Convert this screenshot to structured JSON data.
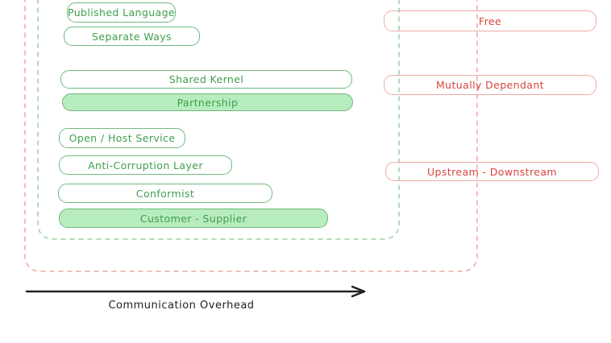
{
  "colors": {
    "green_stroke": "#6fb97a",
    "green_text": "#3f9e4d",
    "green_fill": "#b7ecbe",
    "green_dashed": "#a6d9ae",
    "red_stroke": "#eeaaa5",
    "red_text": "#d6453f",
    "red_dashed": "#f3b3af",
    "axis_color": "#222222"
  },
  "green_patterns": [
    {
      "label": "Published Language",
      "filled": false
    },
    {
      "label": "Separate Ways",
      "filled": false
    },
    {
      "label": "Shared Kernel",
      "filled": false
    },
    {
      "label": "Partnership",
      "filled": true
    },
    {
      "label": "Open / Host Service",
      "filled": false
    },
    {
      "label": "Anti-Corruption Layer",
      "filled": false
    },
    {
      "label": "Conformist",
      "filled": false
    },
    {
      "label": "Customer - Supplier",
      "filled": true
    }
  ],
  "relationship_types": [
    {
      "label": "Free"
    },
    {
      "label": "Mutually Dependant"
    },
    {
      "label": "Upstream - Downstream"
    }
  ],
  "axis": {
    "label": "Communication Overhead"
  }
}
